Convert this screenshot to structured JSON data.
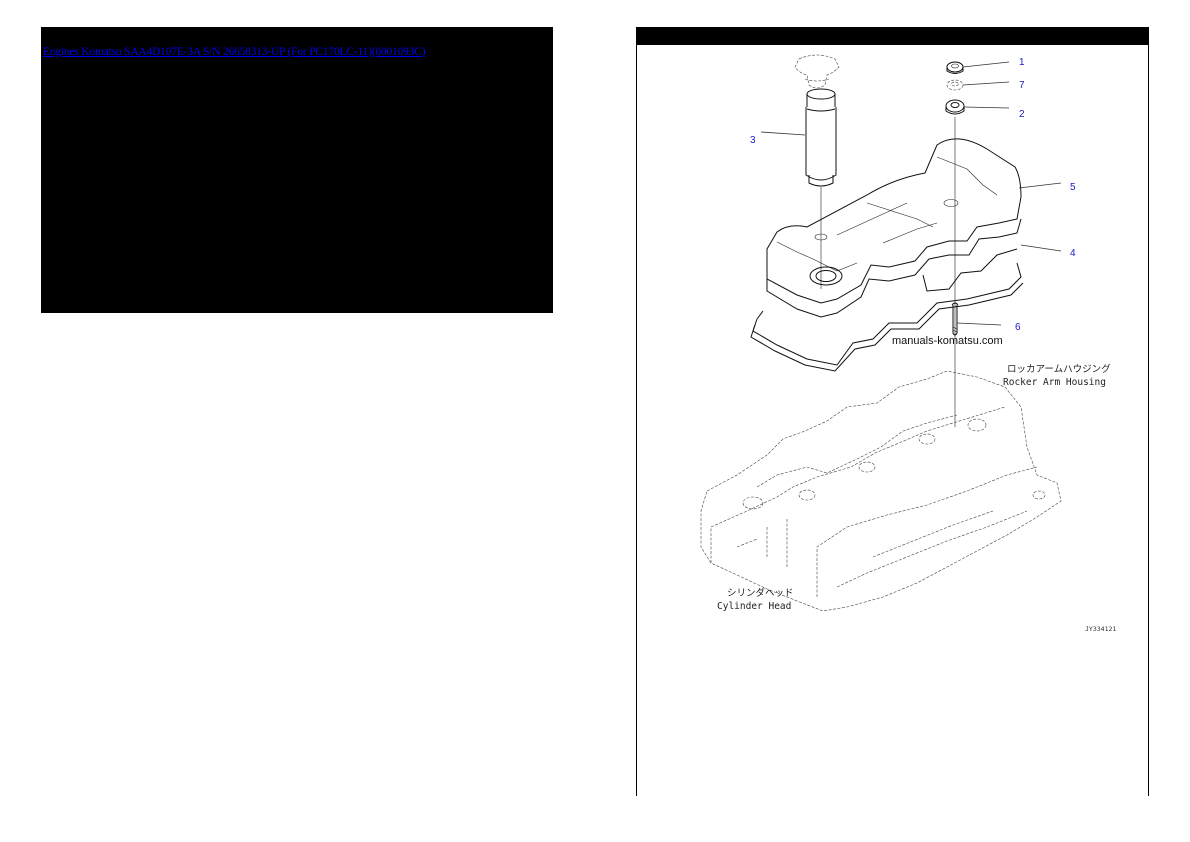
{
  "left_panel": {
    "title_link": "Engines Komatsu SAA4D107E-3A S/N 26650313-UP (For PC170LC-11)(0001093C)"
  },
  "diagram": {
    "callouts": [
      {
        "number": "1",
        "part": "nut"
      },
      {
        "number": "7",
        "part": "washer"
      },
      {
        "number": "2",
        "part": "seal"
      },
      {
        "number": "3",
        "part": "cap and oil filler tube"
      },
      {
        "number": "5",
        "part": "rocker cover"
      },
      {
        "number": "4",
        "part": "gasket"
      },
      {
        "number": "6",
        "part": "stud"
      }
    ],
    "watermark": "manuals-komatsu.com",
    "labels": {
      "rocker_arm_housing_jp": "ロッカアームハウジング",
      "rocker_arm_housing_en": "Rocker Arm Housing",
      "cylinder_head_jp": "シリンダヘッド",
      "cylinder_head_en": "Cylinder Head"
    },
    "figure_number": "JY334121"
  },
  "colors": {
    "link": "#0000ee",
    "callout": "#1a1acc",
    "panel_black": "#000000"
  }
}
